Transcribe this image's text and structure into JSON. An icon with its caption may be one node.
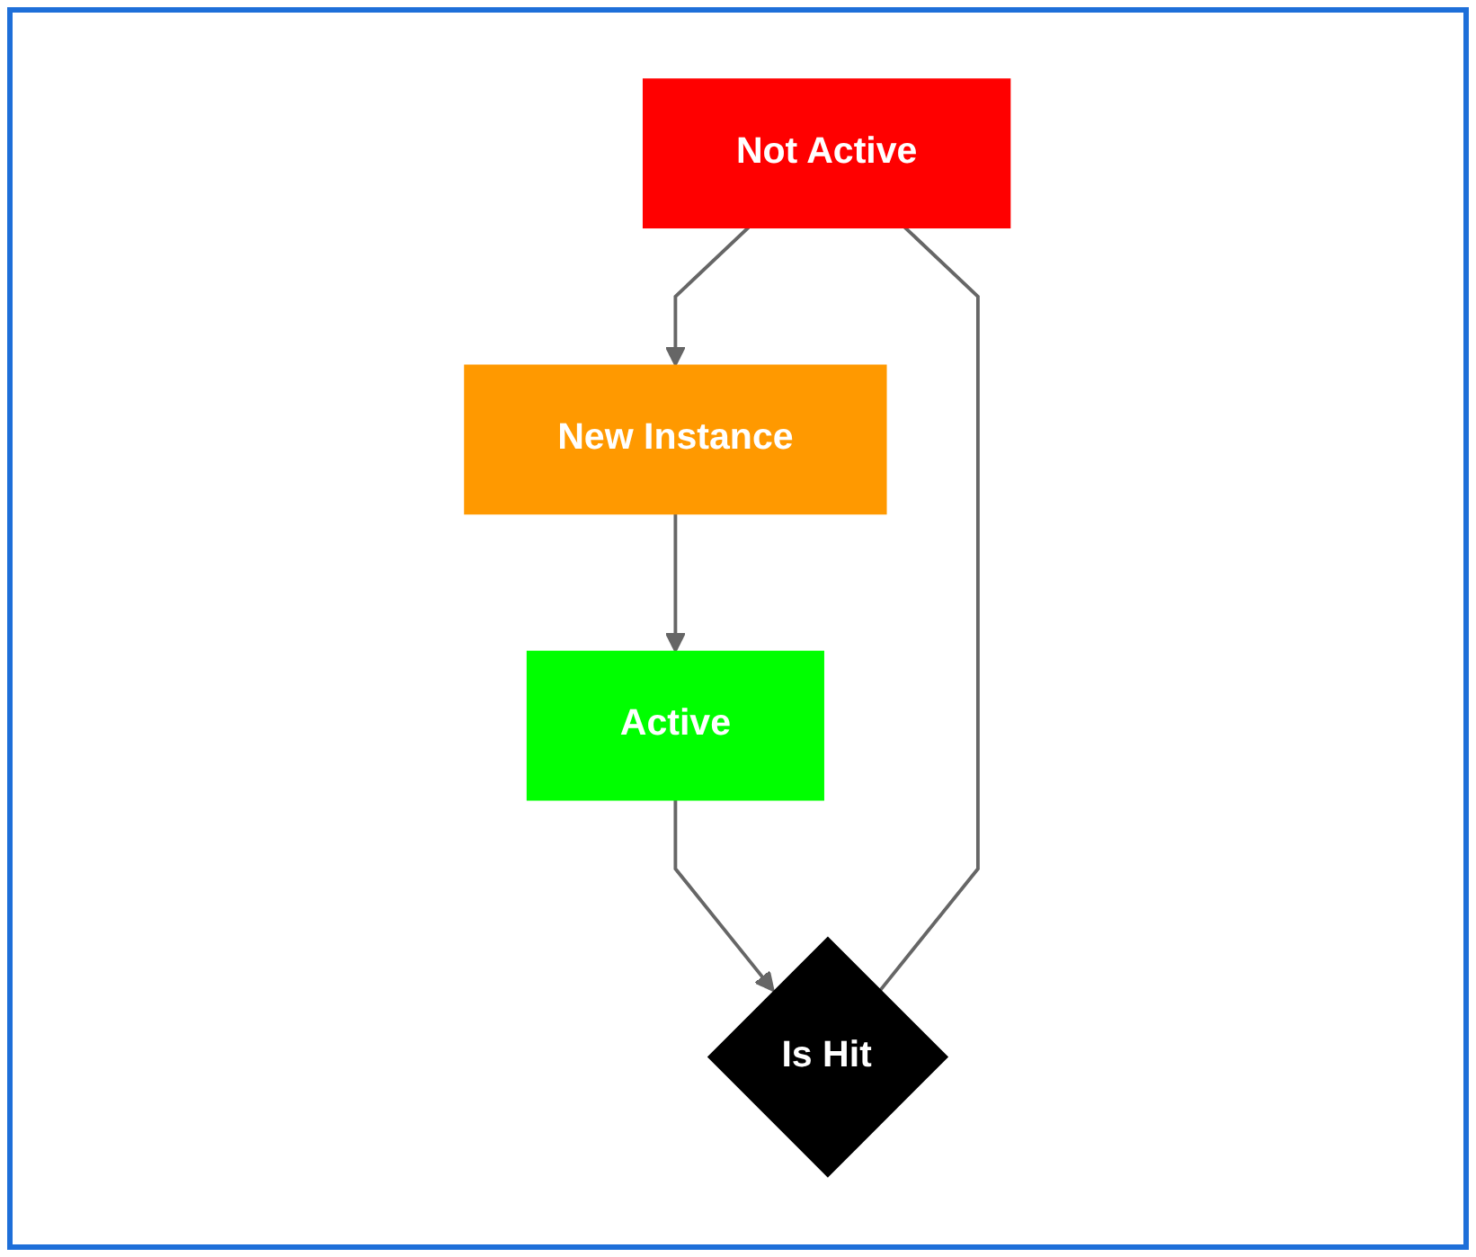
{
  "diagram": {
    "nodes": [
      {
        "text": [
          "Not Active"
        ]
      },
      {
        "text": [
          "New Instance"
        ]
      },
      {
        "text": [
          "Active"
        ]
      },
      {
        "text": [
          "Is Hit"
        ]
      }
    ],
    "edges": [
      {
        "from": 0,
        "to": 1,
        "arrow": "to"
      },
      {
        "from": 1,
        "to": 2,
        "arrow": "to"
      },
      {
        "from": 2,
        "to": 3,
        "arrow": "to"
      },
      {
        "from": 3,
        "to": 0,
        "arrow": "none"
      }
    ]
  }
}
